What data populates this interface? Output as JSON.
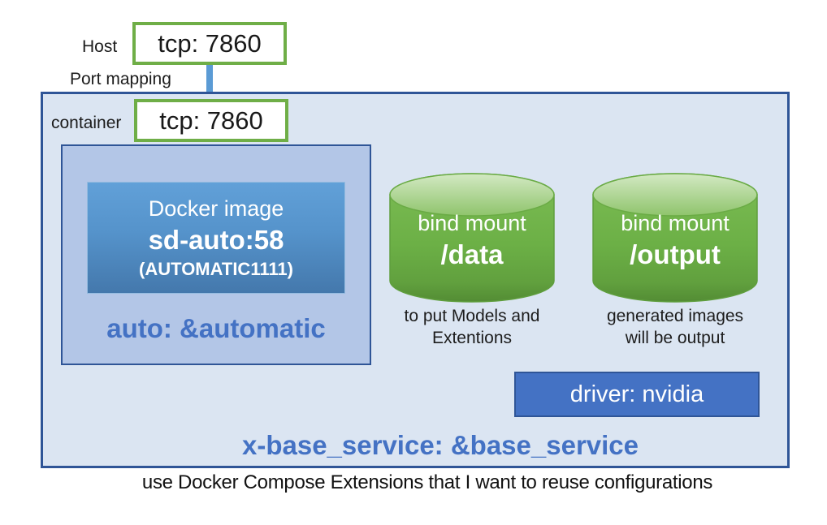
{
  "diagram": {
    "host_label": "Host",
    "port_mapping_label": "Port mapping",
    "container_label": "container",
    "host_port": "tcp: 7860",
    "container_port": "tcp: 7860",
    "docker_image": {
      "title": "Docker image",
      "name": "sd-auto:58",
      "subtitle": "(AUTOMATIC1111)"
    },
    "auto_anchor": "auto: &automatic",
    "volumes": [
      {
        "label": "bind mount",
        "path": "/data",
        "caption_line1": "to put Models and",
        "caption_line2": "Extentions"
      },
      {
        "label": "bind mount",
        "path": "/output",
        "caption_line1": "generated images",
        "caption_line2": "will be output"
      }
    ],
    "driver_label": "driver: nvidia",
    "base_service_anchor": "x-base_service: &base_service",
    "footnote": "use Docker Compose Extensions that I want to reuse configurations"
  },
  "colors": {
    "accent_green": "#70ad47",
    "accent_blue": "#4472c4",
    "dark_blue_border": "#2f5597",
    "container_fill": "#dbe5f2",
    "auto_box_fill": "#b3c6e7",
    "connector_blue": "#5b9bd5"
  }
}
